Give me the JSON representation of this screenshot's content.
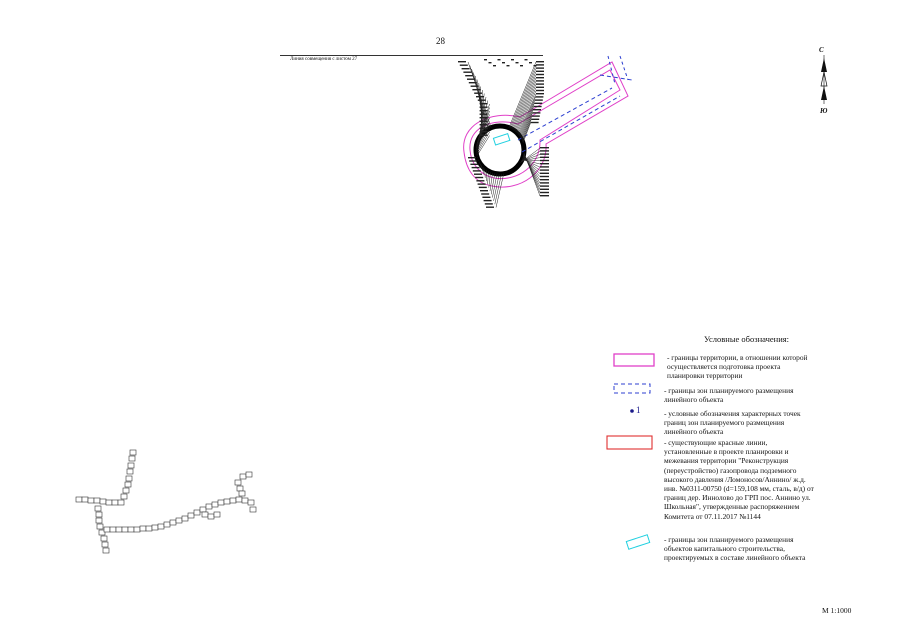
{
  "header": {
    "page_number": "28",
    "junction_note": "Линия совмещения с листом 27"
  },
  "compass": {
    "north": "С",
    "south": "Ю"
  },
  "legend": {
    "title": "Условные обозначения:",
    "items": [
      {
        "symbol": "magenta-rectangle",
        "color": "#e040c8",
        "text": "- границы территории, в отношении которой\nосуществляется подготовка проекта\nпланировки территории"
      },
      {
        "symbol": "blue-dashed-rectangle",
        "color": "#2c3fd0",
        "text": "- границы зон планируемого размещения\nлинейного объекта"
      },
      {
        "symbol": "point-marker",
        "color": "#1a1a8a",
        "marker_label": "1",
        "text": "- условные обозначения характерных точек\nграниц зон планируемого размещения\nлинейного объекта"
      },
      {
        "symbol": "red-rectangle",
        "color": "#e03030",
        "text": "- существующие красные линии,\nустановленные в проекте планировки и\nмежевания территории \"Реконструкция\n(переустройство) газопровода подземного\nвысокого давления /Ломоносов/Аннино/ ж.д.\nинв. №0311-00750 (d=159,108 мм, сталь, в/д) от\nграниц дер. Иннолово до ГРП пос. Аннино ул.\nШкольная\", утвержденные распоряжением\nКомитета от 07.11.2017 №1144"
      },
      {
        "symbol": "cyan-rotated-rectangle",
        "color": "#20d0e0",
        "text": "- границы зон планируемого размещения\nобъектов капитального строительства,\nпроектируемых в составе линейного объекта"
      }
    ]
  },
  "scale": "М 1:1000"
}
